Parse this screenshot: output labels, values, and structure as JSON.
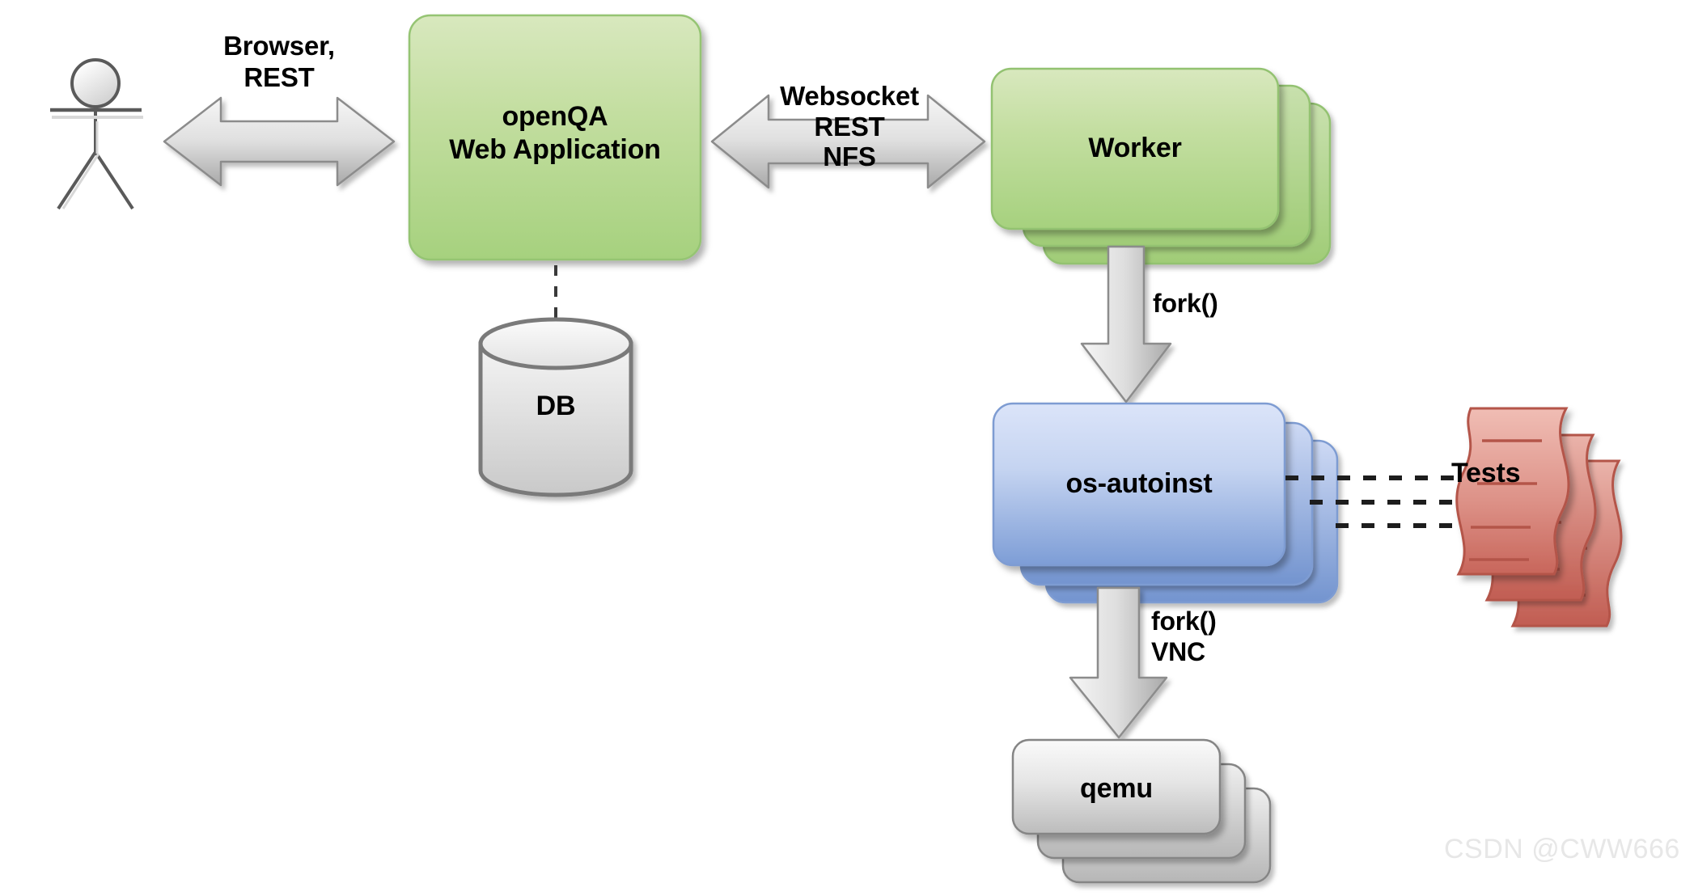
{
  "diagram": {
    "title": "openQA architecture overview",
    "background_color": "#ffffff",
    "colors": {
      "green_fill_top": "#d2e5b4",
      "green_fill_bottom": "#a9d381",
      "green_stroke": "#93c271",
      "blue_fill_top": "#d7e2f8",
      "blue_fill_bottom": "#7f9fd7",
      "blue_stroke": "#7e9cd2",
      "grey_fill_top": "#f7f7f7",
      "grey_fill_bottom": "#bdbdbd",
      "grey_stroke": "#858585",
      "red_fill_top": "#eeb5ad",
      "red_fill_bottom": "#c9655a",
      "red_stroke": "#b4544a",
      "arrow_fill_light": "#f2f2f2",
      "arrow_fill_dark": "#b0b0b0",
      "arrow_stroke": "#8a8a8a",
      "text_color": "#000000",
      "watermark_color": "#e7e7e7"
    },
    "nodes": [
      {
        "id": "user",
        "label": "",
        "shape": "actor"
      },
      {
        "id": "webapp",
        "label": "openQA\nWeb Application",
        "shape": "rounded-rect",
        "fill": "green"
      },
      {
        "id": "db",
        "label": "DB",
        "shape": "cylinder",
        "fill": "grey"
      },
      {
        "id": "worker",
        "label": "Worker",
        "shape": "rounded-rect-stack",
        "fill": "green",
        "stack_count": 3
      },
      {
        "id": "os-autoinst",
        "label": "os-autoinst",
        "shape": "rounded-rect-stack",
        "fill": "blue",
        "stack_count": 3
      },
      {
        "id": "tests",
        "label": "Tests",
        "shape": "document-stack",
        "fill": "red",
        "stack_count": 3
      },
      {
        "id": "qemu",
        "label": "qemu",
        "shape": "rounded-rect-stack",
        "fill": "grey",
        "stack_count": 3
      }
    ],
    "edges": [
      {
        "id": "user-webapp",
        "from": "user",
        "to": "webapp",
        "style": "double-arrow-horizontal",
        "label": "Browser,\nREST"
      },
      {
        "id": "webapp-worker",
        "from": "webapp",
        "to": "worker",
        "style": "double-arrow-horizontal",
        "label": "Websocket\nREST\nNFS"
      },
      {
        "id": "webapp-db",
        "from": "webapp",
        "to": "db",
        "style": "dashed-line",
        "label": ""
      },
      {
        "id": "worker-osautoinst",
        "from": "worker",
        "to": "os-autoinst",
        "style": "block-arrow-down",
        "label": "fork()"
      },
      {
        "id": "osautoinst-tests",
        "from": "os-autoinst",
        "to": "tests",
        "style": "dashed-line-triple",
        "label": ""
      },
      {
        "id": "osautoinst-qemu",
        "from": "os-autoinst",
        "to": "qemu",
        "style": "block-arrow-down",
        "label": "fork()\nVNC"
      }
    ],
    "labels": {
      "browser_rest": "Browser,\nREST",
      "browser_rest_line1": "Browser,",
      "browser_rest_line2": "REST",
      "websocket": "Websocket",
      "rest": "REST",
      "nfs": "NFS",
      "webapp_line1": "openQA",
      "webapp_line2": "Web Application",
      "worker": "Worker",
      "db": "DB",
      "fork_worker": "fork()",
      "os_autoinst": "os-autoinst",
      "tests": "Tests",
      "fork_qemu_line1": "fork()",
      "fork_qemu_line2": "VNC",
      "qemu": "qemu"
    },
    "watermark": "CSDN @CWW666"
  }
}
